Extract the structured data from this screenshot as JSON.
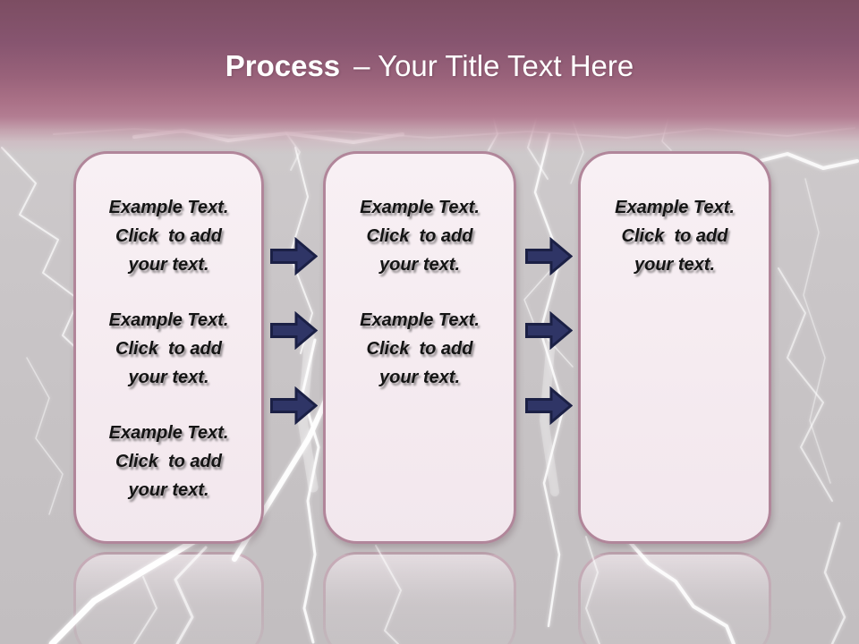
{
  "slide": {
    "title": {
      "bold": "Process",
      "rest": "– Your Title Text Here"
    },
    "boxes": [
      {
        "id": "step-1",
        "paragraphs": [
          {
            "lines": [
              "Example Text.",
              "Click  to add",
              "your text."
            ]
          },
          {
            "lines": [
              "Example Text.",
              "Click  to add",
              "your text."
            ]
          },
          {
            "lines": [
              "Example Text.",
              "Click  to add",
              "your text."
            ]
          }
        ]
      },
      {
        "id": "step-2",
        "paragraphs": [
          {
            "lines": [
              "Example Text.",
              "Click  to add",
              "your text."
            ]
          },
          {
            "lines": [
              "Example Text.",
              "Click  to add",
              "your text."
            ]
          }
        ]
      },
      {
        "id": "step-3",
        "paragraphs": [
          {
            "lines": [
              "Example Text.",
              "Click  to add",
              "your text."
            ]
          }
        ]
      }
    ],
    "arrows": {
      "icon": "arrow-right-icon",
      "columns": 2,
      "arrows_per_column": 3,
      "direction": "right"
    },
    "colors": {
      "header_top": "#7c4d62",
      "header_bottom": "#b37d92",
      "background_gray": "#c9c5c7",
      "box_fill": "#f5ebf0",
      "box_border": "#b1869a",
      "arrow_fill": "#2f3566",
      "arrow_outline": "#1b2045",
      "title_text": "#ffffff",
      "body_text": "#141414"
    }
  }
}
